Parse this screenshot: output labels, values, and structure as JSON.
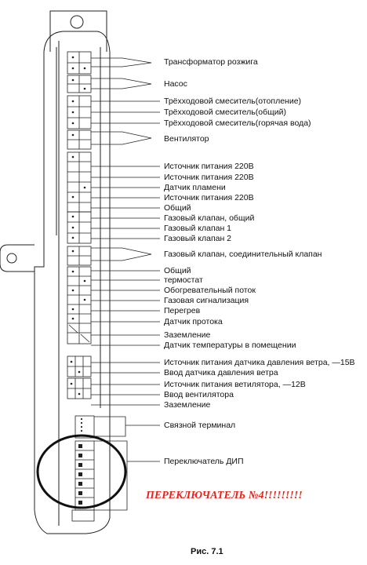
{
  "labels": {
    "ignition_transformer": "Трансформатор розжига",
    "pump": "Насос",
    "three_way_heating": "Трёхходовой смеситель(отопление)",
    "three_way_common": "Трёхходовой смеситель(общий)",
    "three_way_hot_water": "Трёхходовой смеситель(горячая вода)",
    "fan": "Вентилятор",
    "power_220_1": "Источник питания 220В",
    "power_220_2": "Источник питания 220В",
    "flame_sensor": "Датчик пламени",
    "power_220_3": "Источник питания 220В",
    "common_1": "Общий",
    "gas_valve_common": "Газовый клапан, общий",
    "gas_valve_1": "Газовый клапан 1",
    "gas_valve_2": "Газовый клапан 2",
    "gas_valve_connecting": "Газовый клапан, соединительный клапан",
    "common_2": "Общий",
    "thermostat": "термостат",
    "heating_flow": "Обогревательный поток",
    "gas_alarm": "Газовая сигнализация",
    "overheat": "Перегрев",
    "flow_sensor": "Датчик протока",
    "ground_1": "Заземление",
    "room_temp_sensor": "Датчик температуры в помещении",
    "wind_pressure_power": "Источник питания датчика давления ветра, —15В",
    "wind_pressure_input": "Ввод датчика давления ветра",
    "fan_power": "Источник питания ветилятора,  —12В",
    "fan_input": "Ввод вентилятора",
    "ground_2": "Заземление",
    "comm_terminal": "Связной терминал",
    "dip_switch": "Переключатель ДИП"
  },
  "warning": "ПЕРЕКЛЮЧАТЕЛЬ №4!!!!!!!!!",
  "caption": "Рис. 7.1",
  "colors": {
    "warning": "#e8231c",
    "lines": "#222222"
  }
}
